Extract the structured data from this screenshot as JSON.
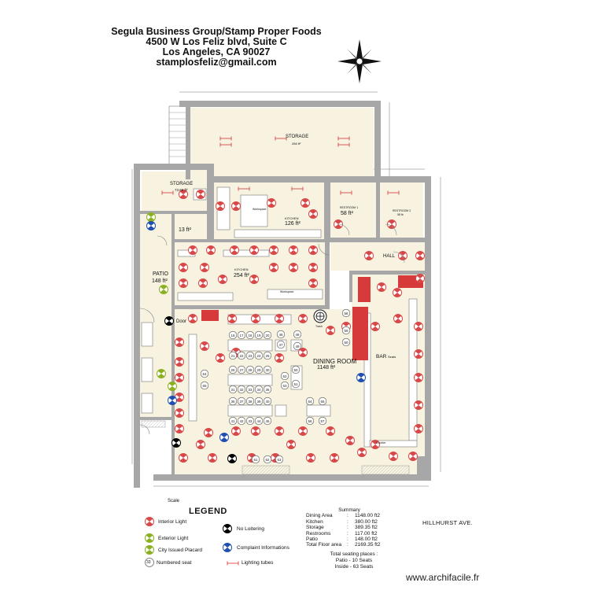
{
  "header": {
    "line1": "Segula Business Group/Stamp Proper Foods",
    "line2": "4500 W Los Feliz blvd, Suite C",
    "line3": "Los Angeles, CA 90027",
    "line4": "stamplosfeliz@gmail.com"
  },
  "rooms": {
    "storage_top": "STORAGE",
    "storage_top_area": "266 ft²",
    "storage_left": "STORAGE",
    "storage_left_area": "73.60 ft²",
    "kitchen_small": "KITCHEN",
    "kitchen_small_area": "126 ft²",
    "restroom1": "RESTROOM 1",
    "restroom1_area": "58 ft²",
    "restroom2": "RESTROOM 2",
    "restroom2_area": "58 ft²",
    "small_area": "13 ft²",
    "hall": "HALL",
    "kitchen_main": "KITCHEN",
    "kitchen_main_area": "254 ft²",
    "patio": "PATIO",
    "patio_area": "148 ft²",
    "dining": "DINING  ROOM",
    "dining_area": "1148 ft²",
    "bar": "BAR",
    "bar_sub": "Seats",
    "door": "Door",
    "workspace": "Workspace",
    "counter": "Counter",
    "trash": "Trash"
  },
  "seat_numbers": [
    "16",
    "17",
    "18",
    "19",
    "20",
    "21",
    "22",
    "23",
    "24",
    "25",
    "26",
    "27",
    "28",
    "29",
    "30",
    "31",
    "32",
    "33",
    "34",
    "35",
    "36",
    "37",
    "38",
    "39",
    "40",
    "41",
    "42",
    "43",
    "44",
    "45",
    "46",
    "47",
    "48",
    "49",
    "50",
    "51",
    "52",
    "53",
    "54",
    "55",
    "56",
    "57",
    "58",
    "59",
    "60",
    "61",
    "62",
    "63",
    "64",
    "65"
  ],
  "legend": {
    "title": "LEGEND",
    "scale": "Scale",
    "interior_light": "Interior  Light",
    "exterior_light": "Exterior Light",
    "city_placard": "City Issued Placard",
    "numbered_seat": "Numbered seat",
    "numbered_seat_example": "33",
    "no_loitering": "No Loitering",
    "complaint": "Complaint Informations",
    "lighting_tubes": "Lighting tubes"
  },
  "summary": {
    "title": "Summary",
    "rows": [
      {
        "k": "Dining Area",
        "v": "1148.00 ft2"
      },
      {
        "k": "Kitchen",
        "v": "380.00 ft2"
      },
      {
        "k": " Storage",
        "v": "389.35 ft2"
      },
      {
        "k": "Restrooms",
        "v": "117.00 ft2"
      },
      {
        "k": "Patio",
        "v": "148.00 ft2"
      },
      {
        "k": "Total Floor area",
        "v": "2169.35 ft2"
      }
    ],
    "seating_title": "Total seating places :",
    "patio_seats": "Patio -   10 Seats",
    "inside_seats": "Inside -  63 Seats"
  },
  "street": "HILLHURST  AVE.",
  "watermark": "www.archifacile.fr",
  "colors": {
    "wall": "#a7a7a7",
    "room_fill": "#f7f3e0",
    "light_red": "#d84848",
    "placard_green": "#8ab020",
    "complaint_blue": "#1f4fb0",
    "bar_red": "#d63a3a"
  }
}
